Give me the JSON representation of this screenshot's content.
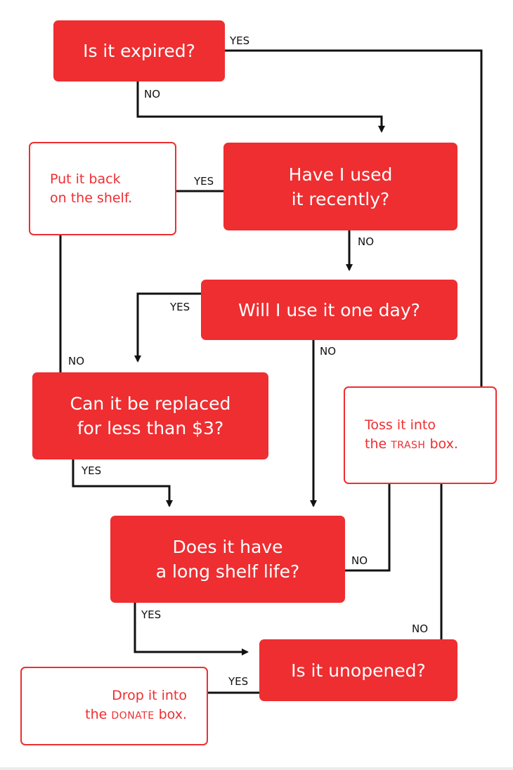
{
  "nodes": {
    "expired": {
      "line1": "Is it expired?"
    },
    "used_recently": {
      "line1": "Have I used",
      "line2": "it recently?"
    },
    "one_day": {
      "line1": "Will I use it one day?"
    },
    "replaced": {
      "line1": "Can it be replaced",
      "line2": "for less than $3?"
    },
    "shelf_life": {
      "line1": "Does it have",
      "line2": "a long shelf life?"
    },
    "unopened": {
      "line1": "Is it unopened?"
    }
  },
  "outcomes": {
    "shelf": {
      "line1": "Put it back",
      "line2": "on the shelf."
    },
    "trash": {
      "line1": "Toss it into",
      "line2_pre": "the ",
      "line2_caps": "TRASH",
      "line2_post": " box."
    },
    "donate": {
      "line1": "Drop it into",
      "line2_pre": "the ",
      "line2_caps": "DONATE",
      "line2_post": " box."
    }
  },
  "edge_labels": {
    "expired_yes": "YES",
    "expired_no": "NO",
    "used_yes": "YES",
    "used_no": "NO",
    "oneday_yes": "YES",
    "oneday_no": "NO",
    "replaced_no": "NO",
    "replaced_yes": "YES",
    "shelf_no": "NO",
    "shelf_yes": "YES",
    "unopened_no": "NO",
    "unopened_yes": "YES"
  },
  "colors": {
    "accent": "#ee2e31",
    "line": "#111111",
    "background": "#ffffff"
  }
}
